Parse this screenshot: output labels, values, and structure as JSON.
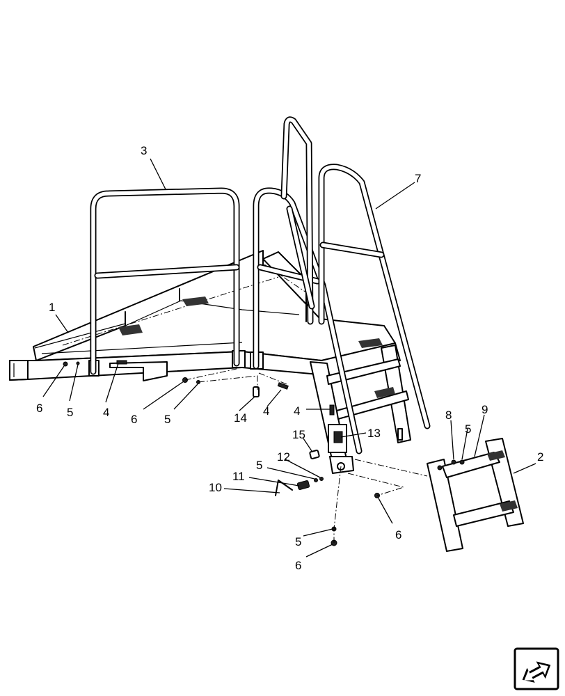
{
  "callouts": [
    {
      "id": "c1",
      "text": "1"
    },
    {
      "id": "c2",
      "text": "2"
    },
    {
      "id": "c3",
      "text": "3"
    },
    {
      "id": "c4a",
      "text": "4"
    },
    {
      "id": "c4b",
      "text": "4"
    },
    {
      "id": "c4c",
      "text": "4"
    },
    {
      "id": "c5a",
      "text": "5"
    },
    {
      "id": "c5b",
      "text": "5"
    },
    {
      "id": "c5c",
      "text": "5"
    },
    {
      "id": "c5d",
      "text": "5"
    },
    {
      "id": "c5e",
      "text": "5"
    },
    {
      "id": "c6a",
      "text": "6"
    },
    {
      "id": "c6b",
      "text": "6"
    },
    {
      "id": "c6c",
      "text": "6"
    },
    {
      "id": "c6d",
      "text": "6"
    },
    {
      "id": "c7",
      "text": "7"
    },
    {
      "id": "c8",
      "text": "8"
    },
    {
      "id": "c9",
      "text": "9"
    },
    {
      "id": "c10",
      "text": "10"
    },
    {
      "id": "c11",
      "text": "11"
    },
    {
      "id": "c12",
      "text": "12"
    },
    {
      "id": "c13",
      "text": "13"
    },
    {
      "id": "c14",
      "text": "14"
    },
    {
      "id": "c15",
      "text": "15"
    }
  ],
  "icons": {
    "navigation": "return-arrow-icon"
  }
}
